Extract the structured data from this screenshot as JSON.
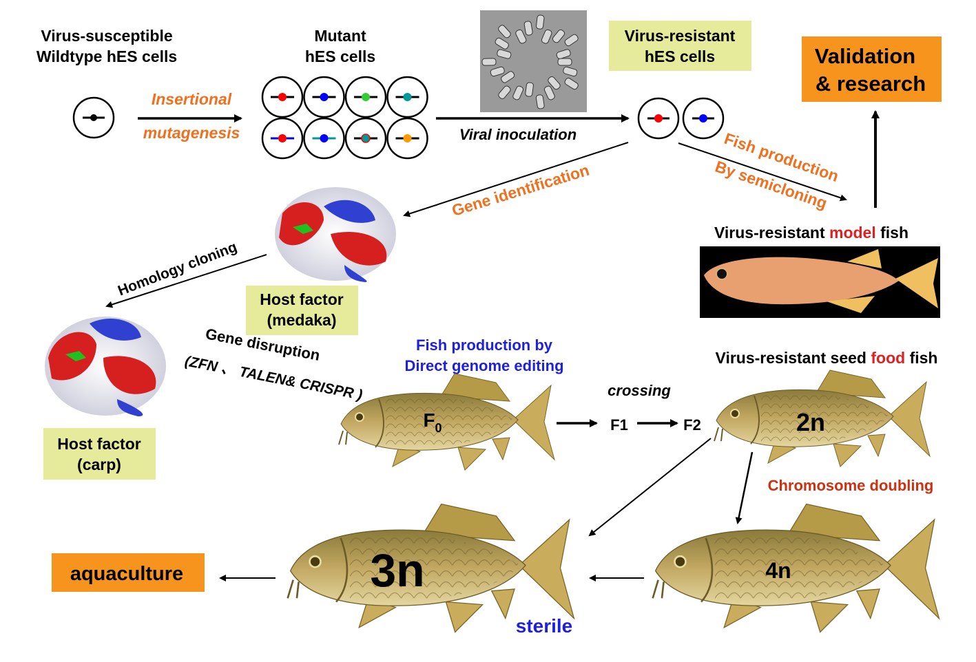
{
  "labels": {
    "wildtype_line1": "Virus-susceptible",
    "wildtype_line2": "Wildtype hES cells",
    "insertional": "Insertional",
    "mutagenesis": "mutagenesis",
    "mutant_line1": "Mutant",
    "mutant_line2": "hES cells",
    "viral_inoculation": "Viral inoculation",
    "resistant_line1": "Virus-resistant",
    "resistant_line2": "hES cells",
    "validation_line1": "Validation",
    "validation_line2": "& research",
    "fish_production": "Fish production",
    "by_semicloning": "By semicloning",
    "gene_identification": "Gene identification",
    "model_fish_prefix": "Virus-resistant ",
    "model_fish_highlight": "model",
    "model_fish_suffix": " fish",
    "homology_cloning": "Homology cloning",
    "host_medaka_line1": "Host factor",
    "host_medaka_line2": "(medaka)",
    "host_carp_line1": "Host factor",
    "host_carp_line2": "(carp)",
    "gene_disruption": "Gene disruption",
    "methods": "(ZFN 、 TALEN& CRISPR )",
    "direct_line1": "Fish production by",
    "direct_line2": "Direct genome editing",
    "f0": "F",
    "f0_sub": "0",
    "crossing": "crossing",
    "f1": "F1",
    "f2": "F2",
    "seed_prefix": "Virus-resistant seed ",
    "seed_highlight": "food",
    "seed_suffix": " fish",
    "label_2n": "2n",
    "chromosome_doubling": "Chromosome  doubling",
    "label_3n": "3n",
    "label_4n": "4n",
    "sterile": "sterile",
    "aquaculture": "aquaculture"
  },
  "colors": {
    "orange_box": "#f7941d",
    "yellow_box": "#e6eb9c",
    "orange_text": "#f07020",
    "blue_text": "#1f1fe0",
    "red_text": "#e02020"
  }
}
